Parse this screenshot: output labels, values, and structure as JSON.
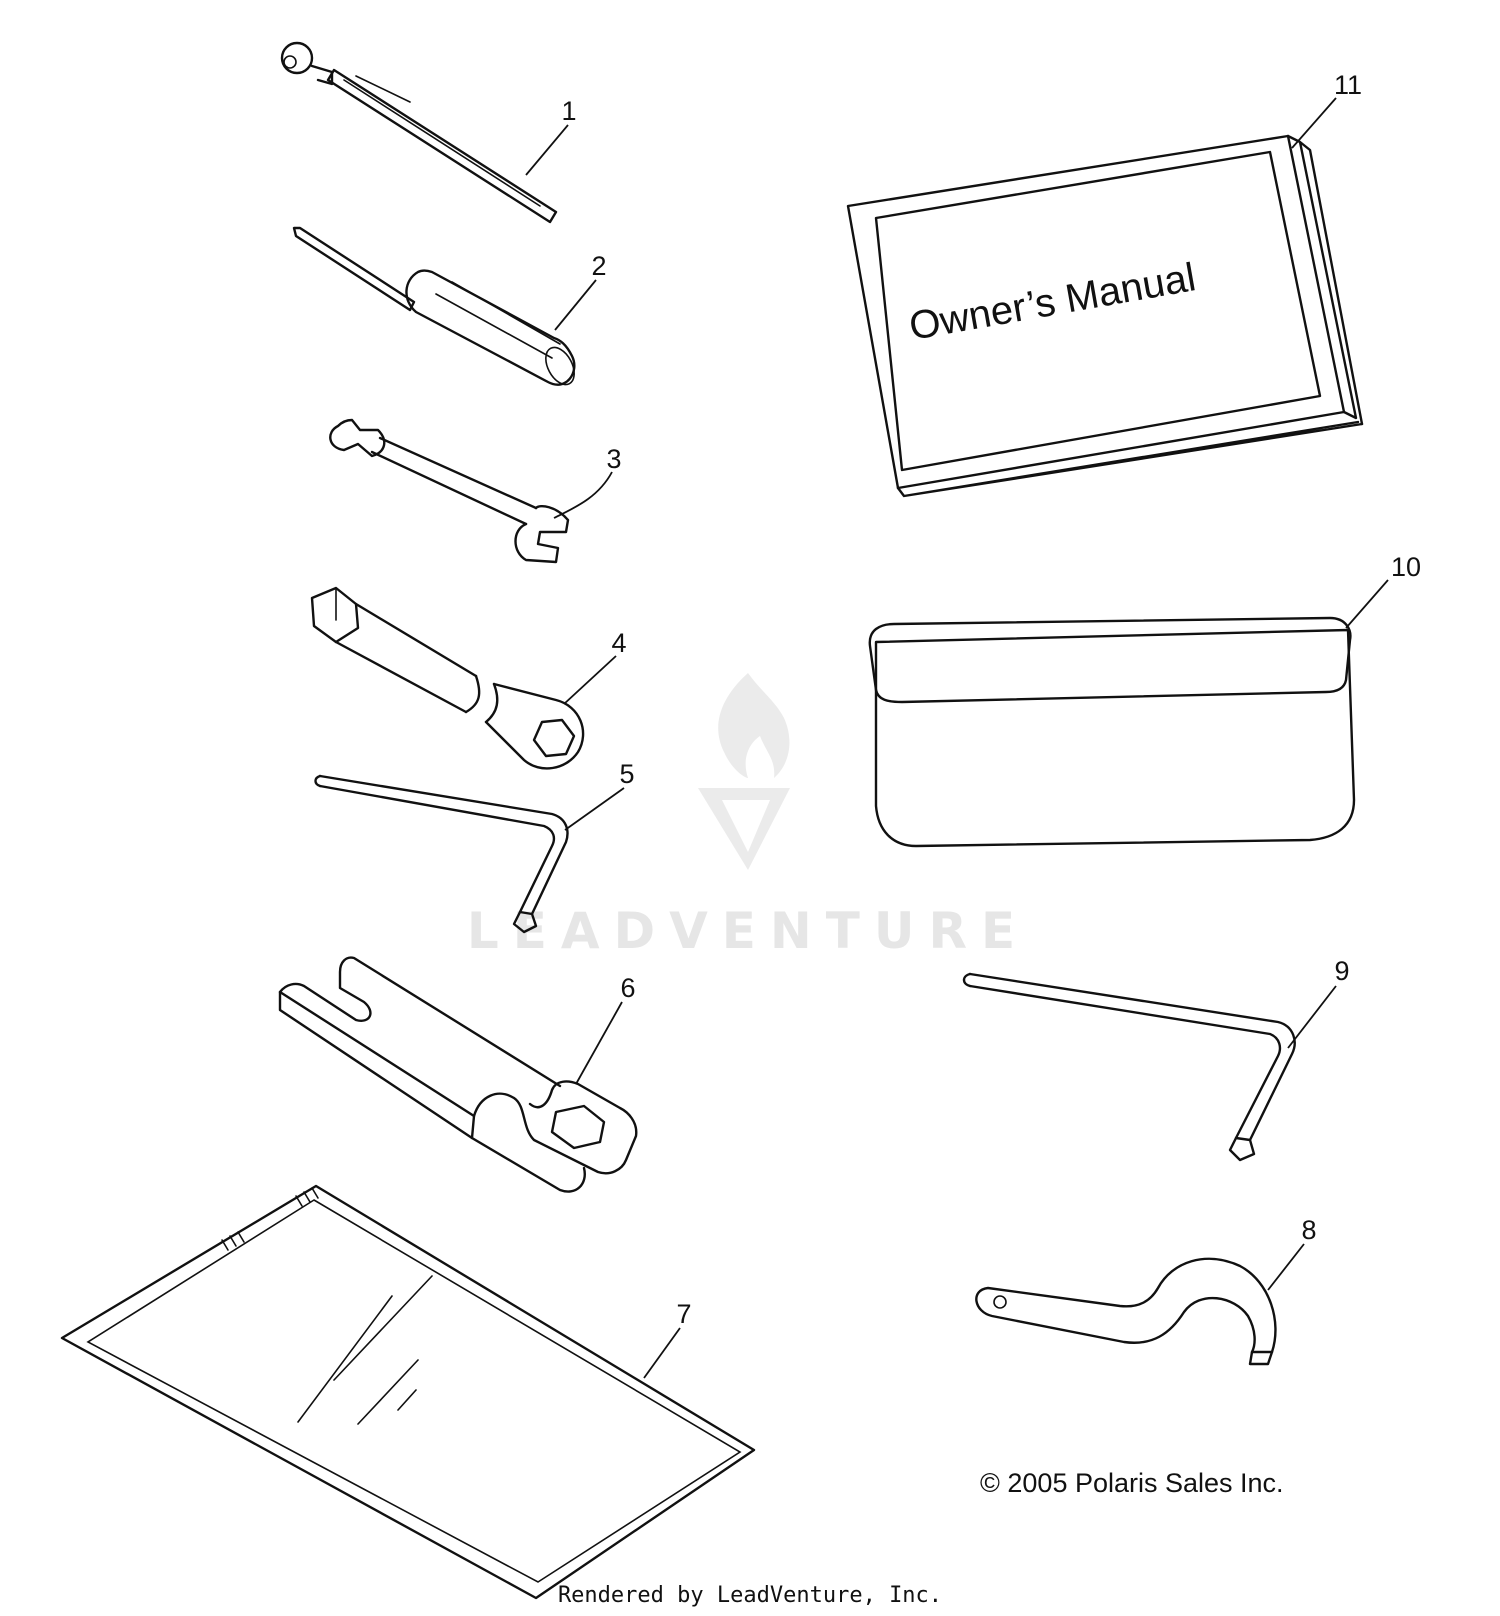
{
  "callouts": [
    "1",
    "2",
    "3",
    "4",
    "5",
    "6",
    "7",
    "8",
    "9",
    "10",
    "11"
  ],
  "manual_cover_text": "Owner’s Manual",
  "copyright": "© 2005 Polaris Sales Inc.",
  "watermark_text": "LEADVENTURE",
  "footer_text": "Rendered by LeadVenture, Inc."
}
